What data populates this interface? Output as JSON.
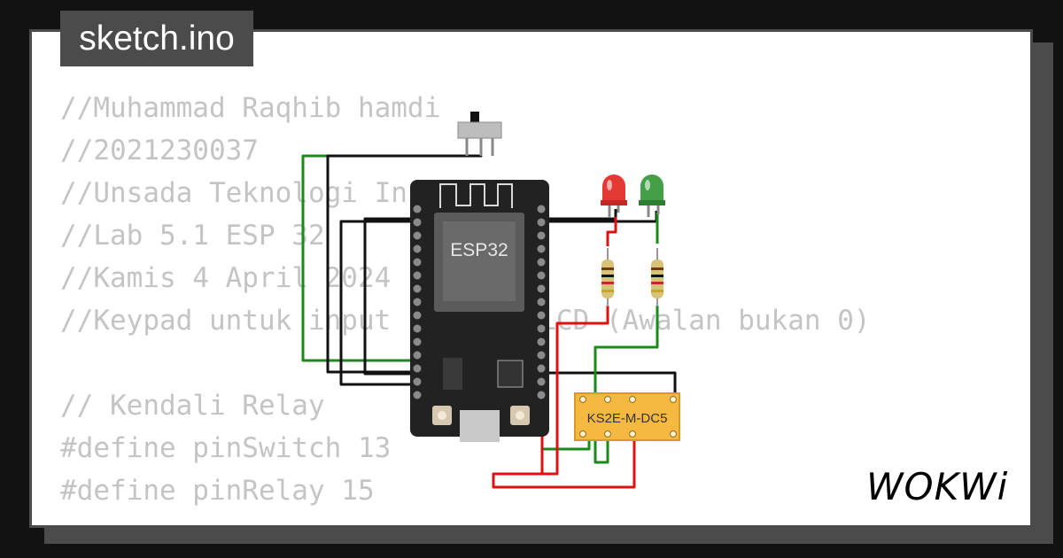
{
  "tab": {
    "title": "sketch.ino"
  },
  "code": {
    "lines": [
      "//Muhammad Raqhib hamdi",
      "//2021230037",
      "//Unsada Teknologi Inf",
      "//Lab 5.1 ESP 32",
      "//Kamis 4 April 2024",
      "//Keypad untuk input       + LCD (Awalan bukan 0)",
      "",
      "// Kendali Relay",
      "#define pinSwitch 13",
      "#define pinRelay 15"
    ]
  },
  "diagram": {
    "board_label": "ESP32",
    "relay_label": "KS2E-M-DC5",
    "led_colors": {
      "red": "#e53935",
      "green": "#43a047"
    },
    "wire_colors": {
      "black": "#111111",
      "green": "#1b8a1b",
      "red": "#e01010"
    }
  },
  "brand": {
    "name": "WOKWi"
  },
  "colors": {
    "frame": "#4b4b4b",
    "code_text": "#c4c4c4",
    "board": "#222222",
    "relay": "#f5b942"
  }
}
